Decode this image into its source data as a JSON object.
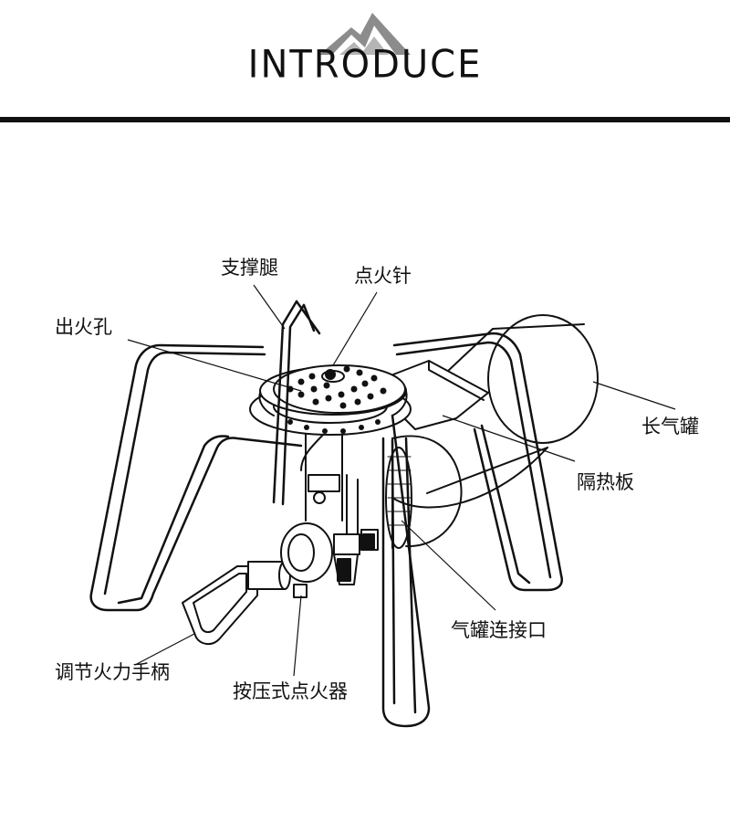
{
  "header": {
    "title": "INTRODUCE",
    "logo_icon": "mountain-icon"
  },
  "labels": {
    "support_leg": "支撑腿",
    "ignition_needle": "点火针",
    "fire_holes": "出火孔",
    "long_gas_canister": "长气罐",
    "heat_shield": "隔热板",
    "canister_connector": "气罐连接口",
    "flame_adjust_handle": "调节火力手柄",
    "piezo_igniter": "按压式点火器"
  },
  "colors": {
    "line": "#111111",
    "logo_gray": "#8c8c8c"
  }
}
